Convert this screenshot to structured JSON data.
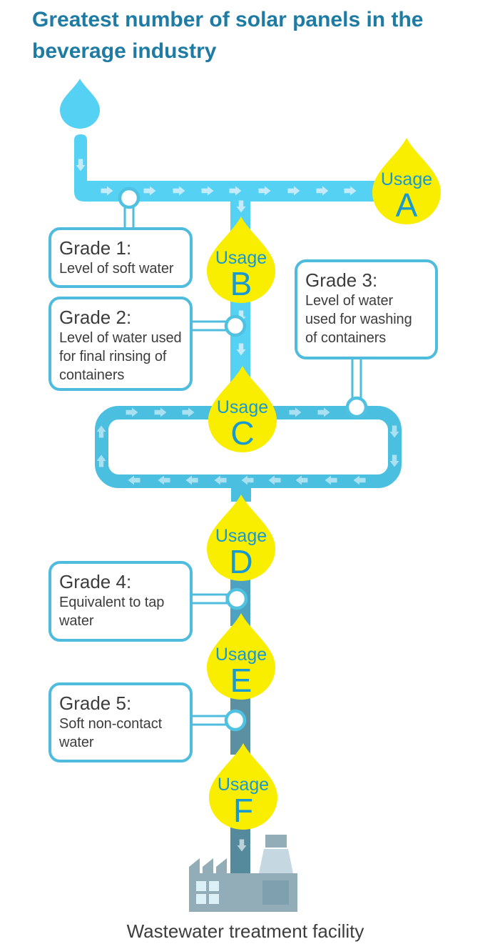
{
  "title": "Greatest number of solar panels in the beverage industry",
  "caption": "Wastewater treatment facility",
  "usages": [
    {
      "word": "Usage",
      "letter": "A"
    },
    {
      "word": "Usage",
      "letter": "B"
    },
    {
      "word": "Usage",
      "letter": "C"
    },
    {
      "word": "Usage",
      "letter": "D"
    },
    {
      "word": "Usage",
      "letter": "E"
    },
    {
      "word": "Usage",
      "letter": "F"
    }
  ],
  "grades": [
    {
      "title": "Grade 1:",
      "desc": "Level of soft water"
    },
    {
      "title": "Grade 2:",
      "desc": "Level of water used for final rinsing of containers"
    },
    {
      "title": "Grade 3:",
      "desc": "Level of water used for washing of containers"
    },
    {
      "title": "Grade 4:",
      "desc": "Equivalent to tap water"
    },
    {
      "title": "Grade 5:",
      "desc": "Soft non-contact water"
    }
  ],
  "icons": {
    "water_drop": "water-drop-icon",
    "usage_drop": "usage-drop-icon",
    "flow_arrow": "flow-arrow-icon",
    "connector": "connector-dot-icon",
    "factory": "factory-icon"
  },
  "colors": {
    "title_text": "#1E7BA4",
    "pipe_fresh": "#55D1F4",
    "pipe_loop": "#4BBFE0",
    "pipe_grade4": "#4DA2C2",
    "pipe_grade5": "#5B8FA2",
    "pipe_waste": "#55899C",
    "arrow_fresh": "#C3EBFA",
    "arrow_loop": "#A9E0F2",
    "arrow_waste": "#BCD2DA",
    "drop_yellow": "#FAEE00",
    "usage_text": "#1899D1",
    "callout_border": "#4FBCDE",
    "connector_ring": "#4FC2E2",
    "body_text": "#3D3D3D",
    "factory_gray": "#92ACB8",
    "factory_light": "#C5D7E0",
    "factory_window": "#DCF0F8",
    "factory_door": "#7FA0AE"
  }
}
